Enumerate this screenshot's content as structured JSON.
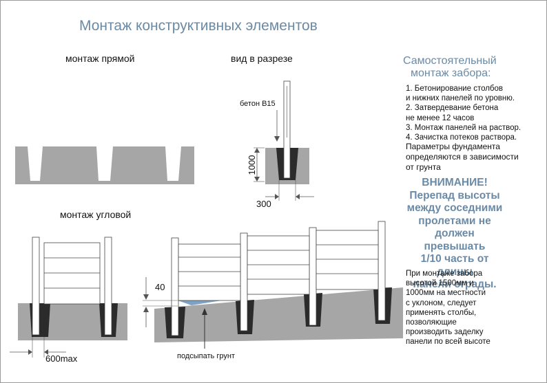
{
  "title": "Монтаж конструктивных элементов",
  "labels": {
    "straight": "монтаж прямой",
    "section": "вид в разрезе",
    "corner": "монтаж угловой",
    "concrete": "бетон B15",
    "soil": "подсыпать грунт"
  },
  "dimensions": {
    "depth": "1000",
    "width": "300",
    "gap": "40",
    "max_spacing": "600max"
  },
  "sidebar": {
    "heading_line1": "Самостоятельный",
    "heading_line2": "монтаж забора:",
    "steps": [
      "1. Бетонирование столбов",
      "и нижних панелей по уровню.",
      "2. Затвердевание бетона",
      "не менее 12 часов",
      "3. Монтаж панелей на раствор.",
      "4. Зачистка потеков раствора."
    ],
    "params": [
      "Параметры фундамента",
      "определяются в зависимости",
      "от грунта"
    ],
    "warning": [
      "ВНИМАНИЕ!",
      "Перепад высоты",
      "между соседними",
      "пролетами не",
      "должен превышать",
      "1/10 часть от длины",
      "панели ограды."
    ],
    "note": [
      "При монтаже забора",
      "высотой 1500мм и",
      "1000мм на местности",
      "с уклоном, следует",
      "применять столбы,",
      "позволяющие",
      "производить заделку",
      "панели по всей высоте"
    ]
  },
  "colors": {
    "accent": "#6a8aa6",
    "ground": "#a6a6a6",
    "concrete": "#2b2b2b",
    "soil_fill": "#7ea2c4"
  }
}
